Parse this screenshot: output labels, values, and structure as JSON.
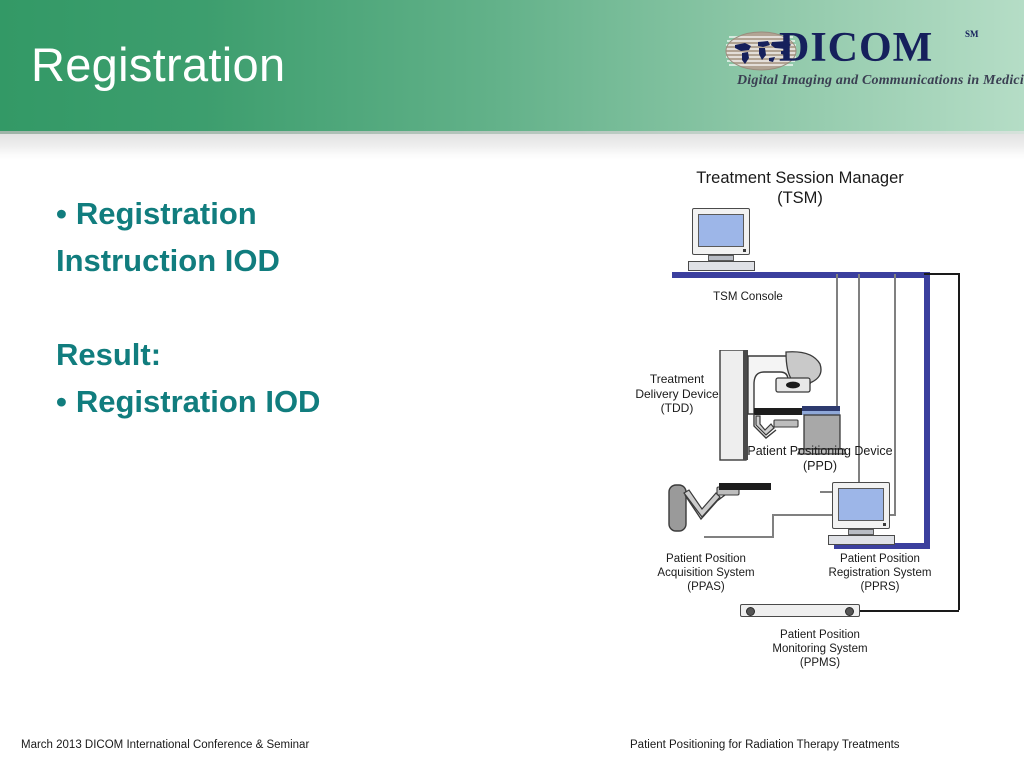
{
  "slide": {
    "title": "Registration",
    "header_gradient_from": "#339966",
    "header_gradient_to": "#b5ddc6",
    "body_text_color": "#117d7e"
  },
  "logo": {
    "wordmark": "DICOM",
    "sm_mark": "SM",
    "tagline": "Digital Imaging and Communications in Medicine",
    "globe_icon": "globe-icon",
    "wordmark_color": "#16205c"
  },
  "content": {
    "bullet_char": "•",
    "lines": [
      "Registration",
      "Instruction IOD"
    ],
    "result_heading": "Result:",
    "result_bullet": "Registration IOD"
  },
  "diagram": {
    "title": "Treatment Session Manager\n(TSM)",
    "nodes": {
      "tsm_console": "TSM Console",
      "tdd": "Treatment\nDelivery Device\n(TDD)",
      "ppd": "Patient Positioning Device\n(PPD)",
      "ppas": "Patient Position\nAcquisition System\n(PPAS)",
      "pprs": "Patient Position\nRegistration System\n(PPRS)",
      "ppms": "Patient Position\nMonitoring System\n(PPMS)"
    },
    "bus_color": "#3b3f9e",
    "wire_color": "#808080"
  },
  "footer": {
    "left": "March 2013 DICOM International Conference & Seminar",
    "right": "Patient Positioning for Radiation Therapy Treatments"
  }
}
